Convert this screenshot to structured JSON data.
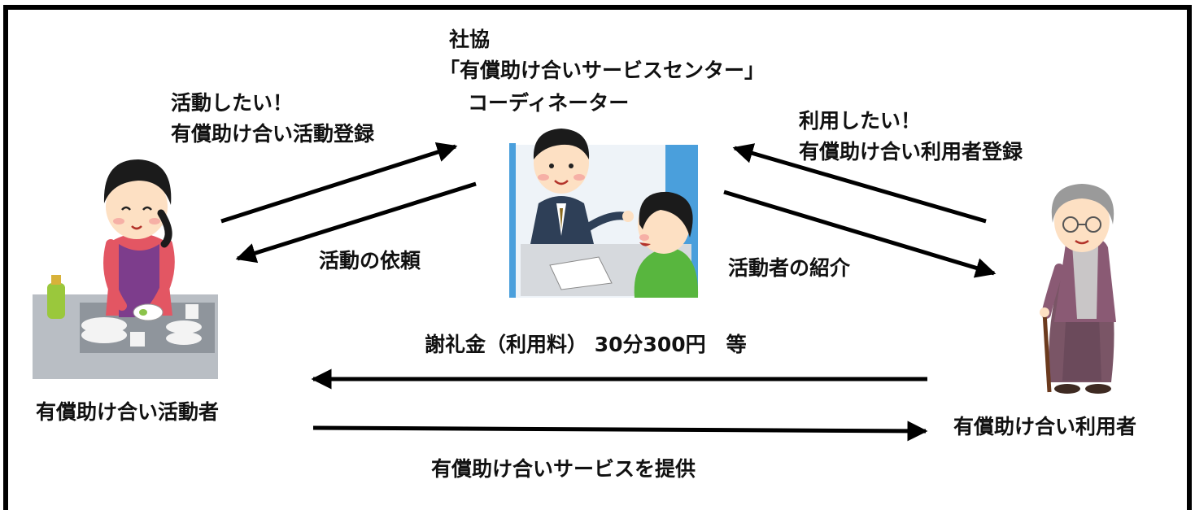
{
  "center": {
    "org": "社協",
    "service_center": "「有償助け合いサービスセンター」",
    "role": "コーディネーター"
  },
  "left_flow": {
    "register_line1": "活動したい！",
    "register_line2": "有償助け合い活動登録",
    "request": "活動の依頼"
  },
  "right_flow": {
    "register_line1": "利用したい！",
    "register_line2": "有償助け合い利用者登録",
    "introduce": "活動者の紹介"
  },
  "actors": {
    "worker": "有償助け合い活動者",
    "user": "有償助け合い利用者"
  },
  "bottom_flow": {
    "fee": "謝礼金（利用料） 30分300円　等",
    "service": "有償助け合いサービスを提供"
  },
  "colors": {
    "frame": "#000000",
    "arrow": "#000000",
    "booth_blue": "#4a9fdc"
  }
}
